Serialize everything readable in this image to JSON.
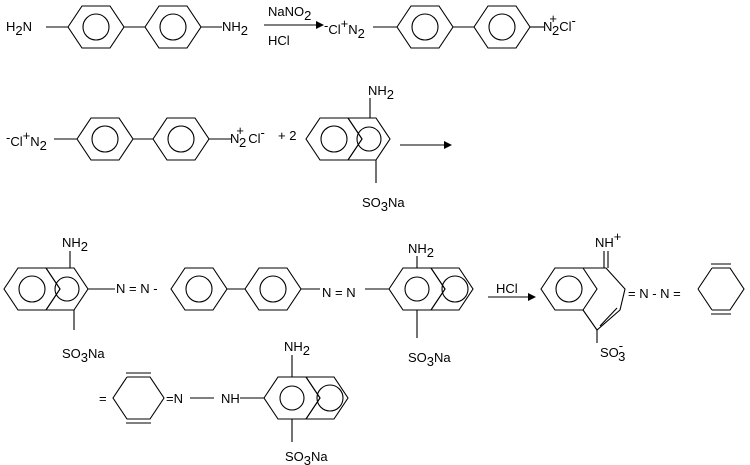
{
  "diagram": {
    "scheme1": {
      "reactant_left": [
        "H",
        "2",
        "N"
      ],
      "reactant_right": [
        "NH",
        "2"
      ],
      "reagent_top": [
        "NaNO",
        "2"
      ],
      "reagent_bottom": "HCl",
      "product_left": [
        "-",
        "Cl",
        "+",
        "N",
        "2"
      ],
      "product_right": [
        "N",
        "+",
        "2",
        "Cl",
        "-"
      ]
    },
    "scheme2": {
      "left": [
        "-",
        "Cl",
        "+",
        "N",
        "2"
      ],
      "right": [
        "N",
        "+",
        "2",
        "Cl",
        "-"
      ],
      "plus": "+ 2",
      "amine": [
        "NH",
        "2"
      ],
      "sulfonate": [
        "SO",
        "3",
        "Na"
      ]
    },
    "scheme3": {
      "amine_left": [
        "NH",
        "2"
      ],
      "azo_left": "N = N -",
      "azo_right": "N = N",
      "amine_right": [
        "NH",
        "2"
      ],
      "sulfonate_left": [
        "SO",
        "3",
        "Na"
      ],
      "sulfonate_right": [
        "SO",
        "3",
        "Na"
      ],
      "reagent": "HCl",
      "iminium": [
        "NH",
        "+"
      ],
      "azo_product": "= N - N =",
      "sulfonate_product": [
        "SO",
        "-",
        "3"
      ]
    },
    "scheme4": {
      "left_eq": "=",
      "hydrazo": [
        "=N",
        "NH"
      ],
      "amine": [
        "NH",
        "2"
      ],
      "sulfonate": [
        "SO",
        "3",
        "Na"
      ]
    }
  }
}
